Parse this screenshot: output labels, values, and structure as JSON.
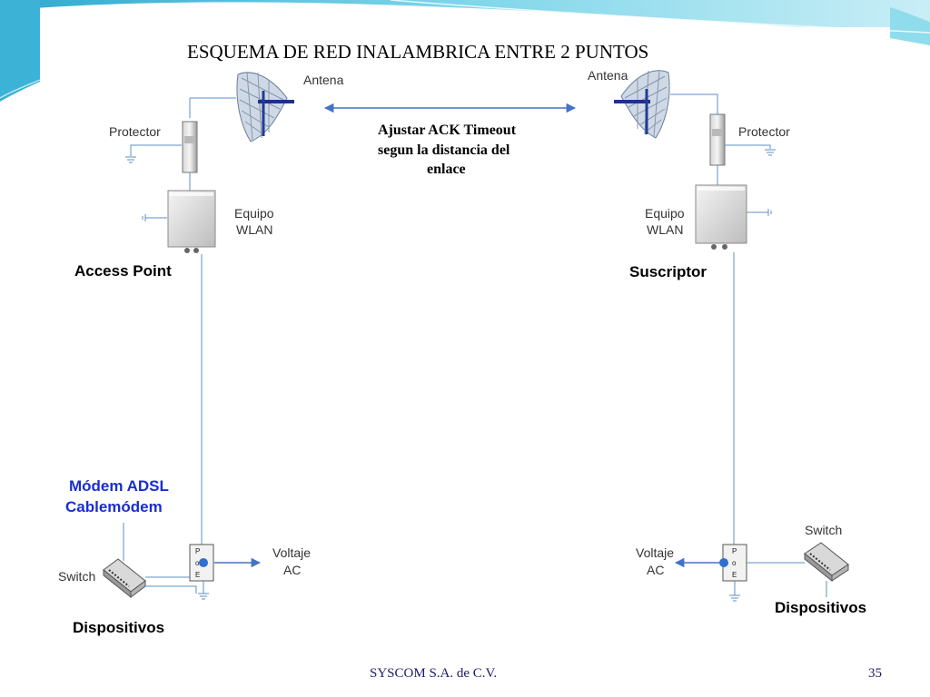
{
  "title": "ESQUEMA DE RED INALAMBRICA ENTRE 2 PUNTOS",
  "link_note": [
    "Ajustar ACK Timeout",
    "segun la distancia del",
    "enlace"
  ],
  "left": {
    "antenna_label": "Antena",
    "protector_label": "Protector",
    "equipment_label": [
      "Equipo",
      "WLAN"
    ],
    "role_label": "Access Point",
    "modem_label": [
      "Módem ADSL",
      "Cablemódem"
    ],
    "switch_label": "Switch",
    "voltage_label": [
      "Voltaje",
      "AC"
    ],
    "devices_label": "Dispositivos"
  },
  "right": {
    "antenna_label": "Antena",
    "protector_label": "Protector",
    "equipment_label": [
      "Equipo",
      "WLAN"
    ],
    "role_label": "Suscriptor",
    "switch_label": "Switch",
    "voltage_label": [
      "Voltaje",
      "AC"
    ],
    "devices_label": "Dispositivos"
  },
  "poe_letters": [
    "P",
    "o",
    "E"
  ],
  "footer": {
    "company": "SYSCOM S.A. de C.V.",
    "page": "35"
  },
  "colors": {
    "accent_teal": "#36b8d6",
    "line_blue": "#5b8fc7",
    "arrow_blue": "#4472c4",
    "modem_text": "#1a2ed0"
  }
}
